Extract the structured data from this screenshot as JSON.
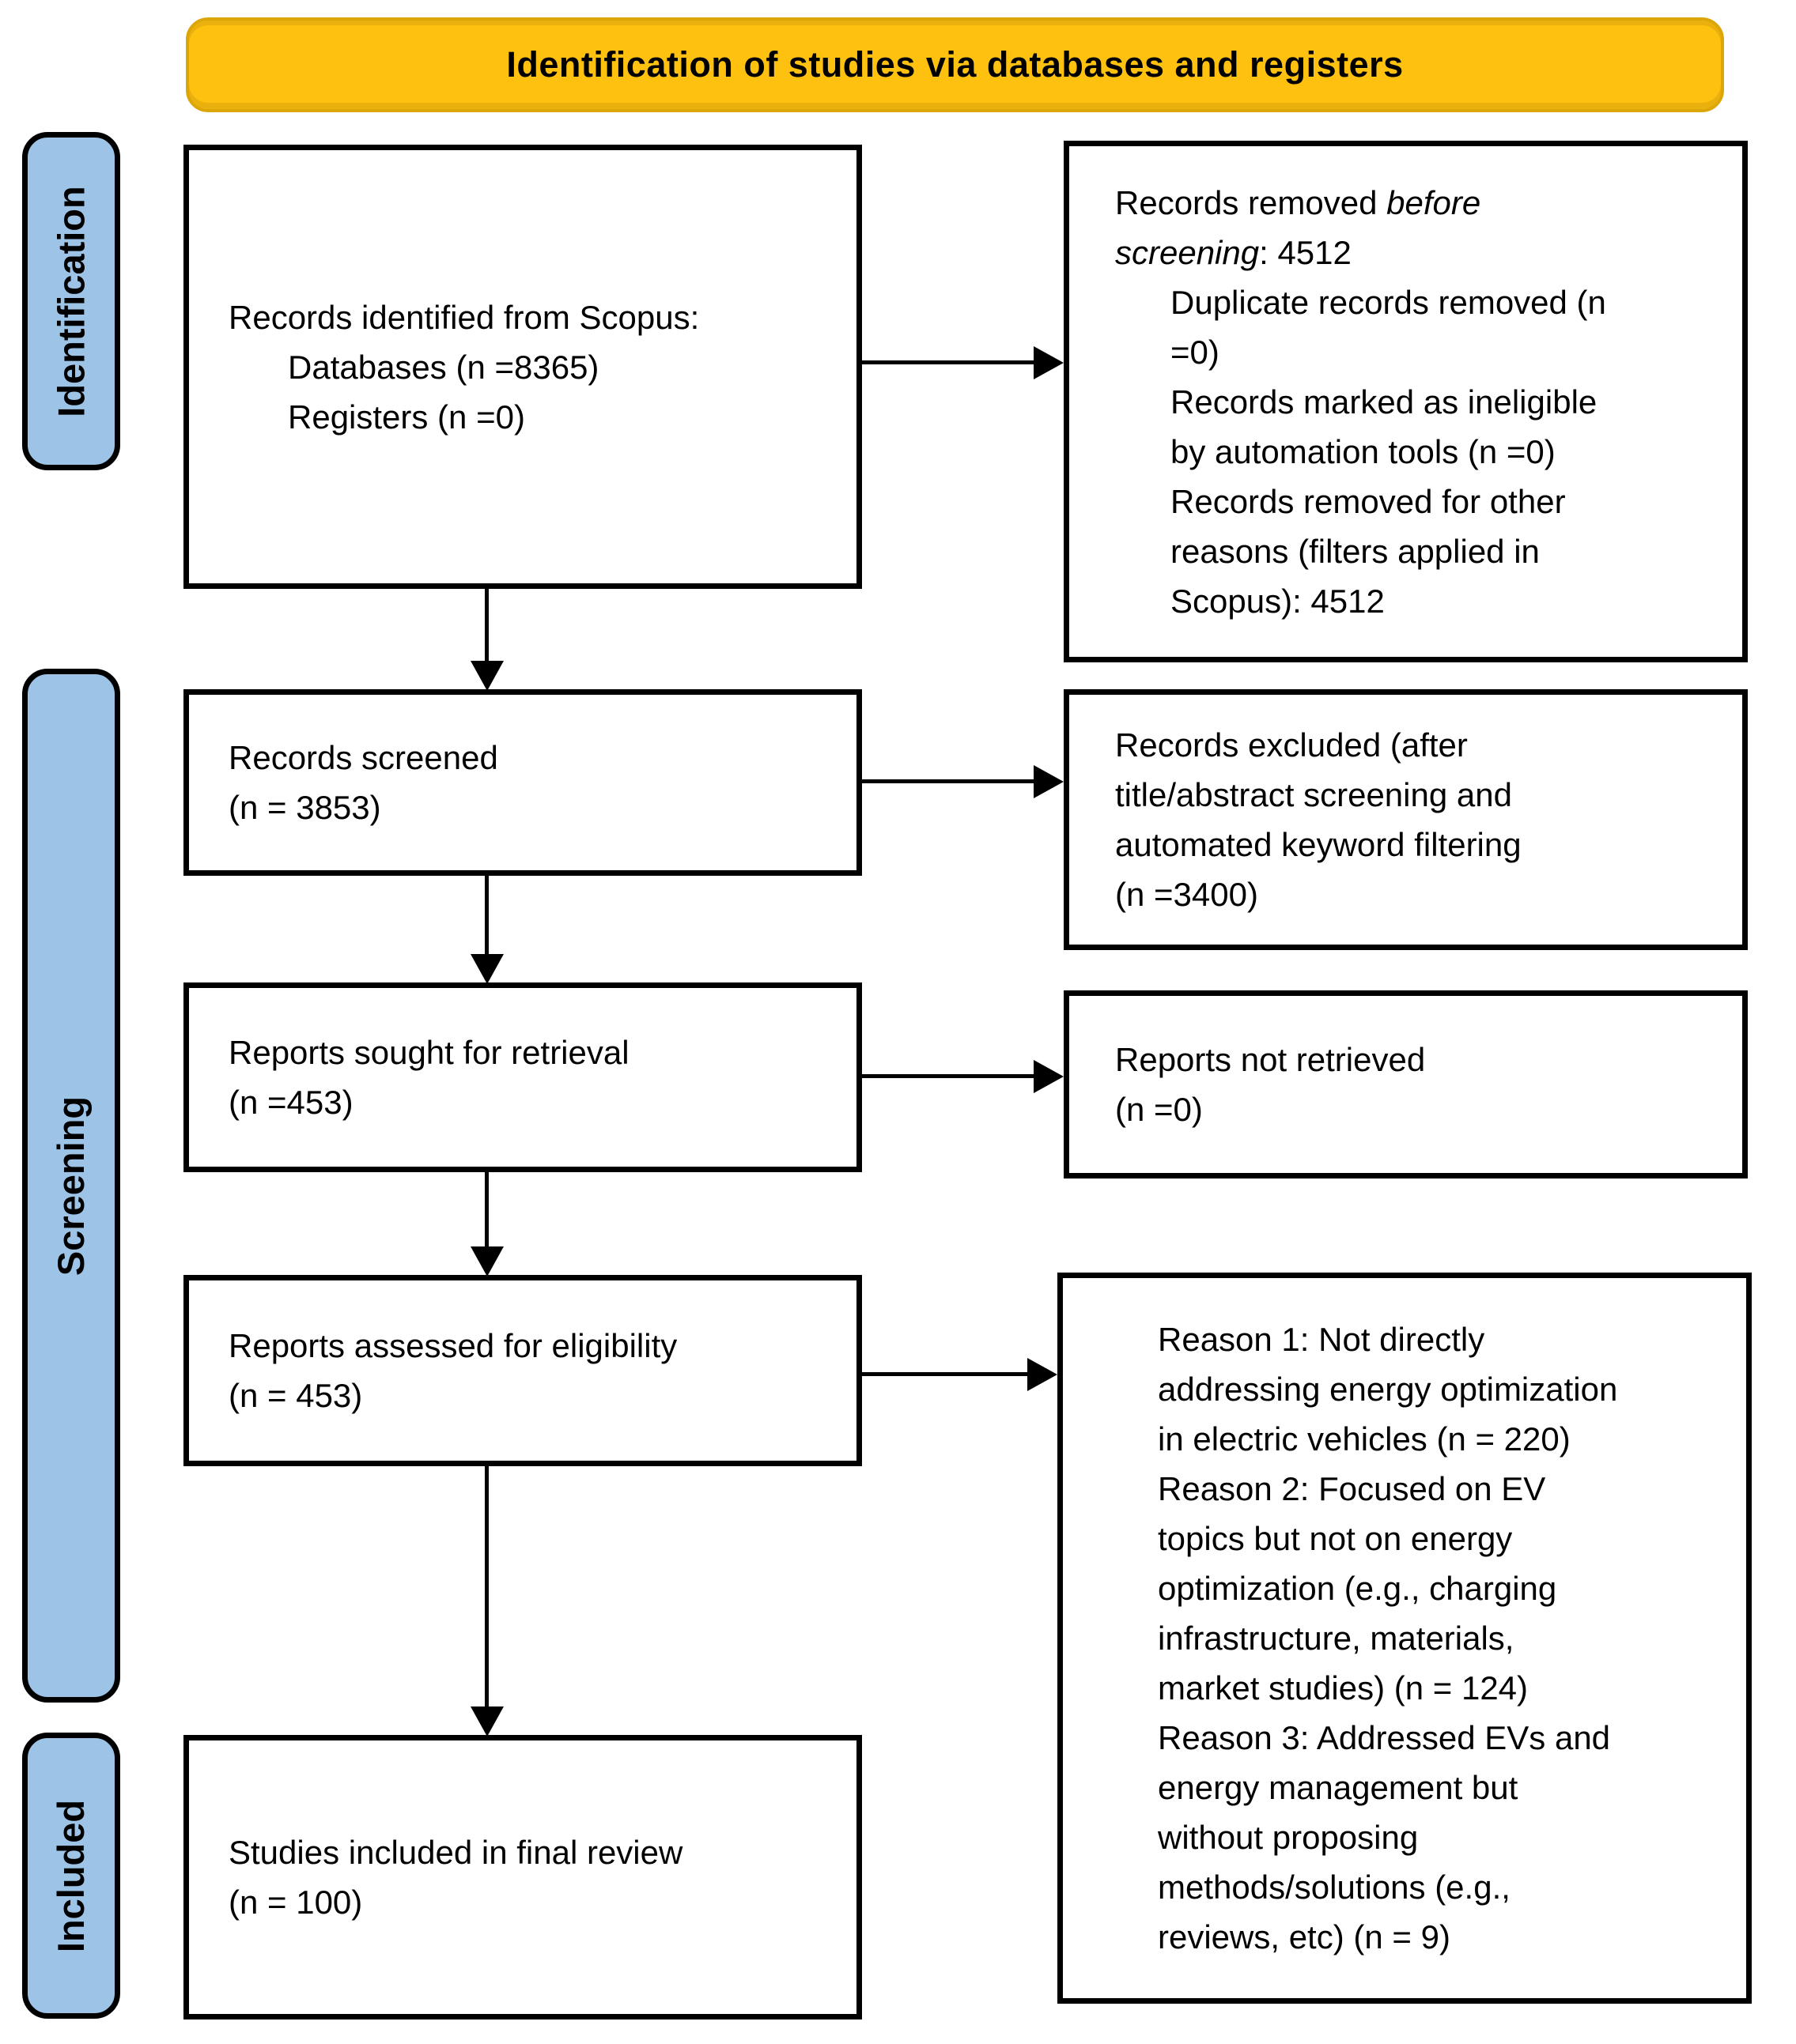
{
  "colors": {
    "banner_fill": "#FEC110",
    "banner_border": "#DCA508",
    "stage_label_fill": "#9DC3E6",
    "box_border": "#000000"
  },
  "banner": {
    "title": "Identification of studies via databases and registers"
  },
  "stages": {
    "identification": "Identification",
    "screening": "Screening",
    "included": "Included"
  },
  "flow": {
    "records_identified": {
      "heading": "Records identified from Scopus:",
      "items": [
        "Databases (n =8365)",
        "Registers (n =0)"
      ]
    },
    "records_removed": {
      "lead_plain": "Records removed ",
      "lead_italic": "before screening",
      "lead_tail": ": 4512",
      "items": [
        "Duplicate records removed (n =0)",
        "Records marked as ineligible by automation tools (n =0)",
        "Records removed for other reasons (filters applied in Scopus): 4512"
      ]
    },
    "records_screened": {
      "title": "Records screened",
      "count": "(n = 3853)"
    },
    "records_excluded": {
      "text": "Records excluded (after title/abstract screening and automated keyword filtering (n =3400)"
    },
    "reports_sought": {
      "title": "Reports sought for retrieval",
      "count": "(n =453)"
    },
    "reports_not_retrieved": {
      "title": "Reports not retrieved",
      "count": "(n =0)"
    },
    "reports_assessed": {
      "title": "Reports assessed for eligibility",
      "count": "(n = 453)"
    },
    "exclusion_reasons": {
      "items": [
        "Reason 1: Not directly addressing energy optimization in electric vehicles (n = 220)",
        "Reason 2: Focused on EV topics but not on energy optimization (e.g., charging infrastructure, materials, market studies) (n = 124)",
        "Reason 3: Addressed EVs and energy management but without proposing methods/solutions (e.g., reviews, etc) (n = 9)"
      ]
    },
    "studies_included": {
      "title": "Studies included in final review",
      "count": "(n = 100)"
    }
  }
}
